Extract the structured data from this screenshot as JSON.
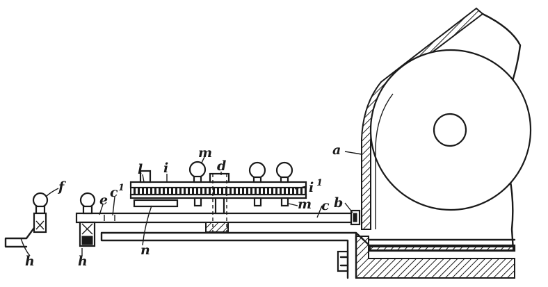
{
  "labels": {
    "a": "a",
    "b": "b",
    "c": "c",
    "c1": "c",
    "c1_sup": "1",
    "d": "d",
    "e": "e",
    "f": "f",
    "h_left": "h",
    "h_right": "h",
    "i": "i",
    "i1": "i",
    "i1_sup": "1",
    "l": "l",
    "m_top": "m",
    "m_right": "m",
    "n": "n"
  }
}
